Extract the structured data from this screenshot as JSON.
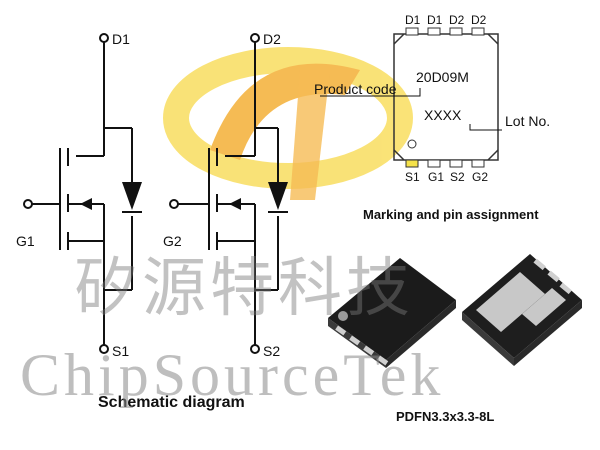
{
  "schematic": {
    "left": {
      "drain": "D1",
      "gate": "G1",
      "source": "S1"
    },
    "right": {
      "drain": "D2",
      "gate": "G2",
      "source": "S2"
    },
    "caption": "Schematic diagram"
  },
  "marking": {
    "top_pins": [
      "D1",
      "D1",
      "D2",
      "D2"
    ],
    "bottom_pins": [
      "S1",
      "G1",
      "S2",
      "G2"
    ],
    "product_code_label": "Product code",
    "product_code": "20D09M",
    "lot_code": "XXXX",
    "lot_label": "Lot No.",
    "title": "Marking and pin assignment"
  },
  "package": {
    "name": "PDFN3.3x3.3-8L"
  },
  "watermark": {
    "chinese": "矽源特科技",
    "english": "ChipSourceTek"
  },
  "colors": {
    "logo_orange": "#f2a51c",
    "logo_yellow": "#f8d94a",
    "line": "#111111",
    "highlight_pin": "#f5e24a"
  }
}
